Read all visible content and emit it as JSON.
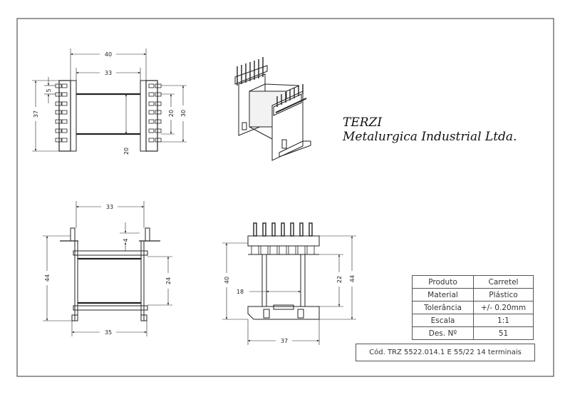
{
  "company": {
    "name": "TERZI",
    "subtitle": "Metalurgica Industrial Ltda."
  },
  "title_block": {
    "rows": [
      {
        "label": "Produto",
        "value": "Carretel"
      },
      {
        "label": "Material",
        "value": "Plástico"
      },
      {
        "label": "Tolerância",
        "value": "+/- 0.20mm"
      },
      {
        "label": "Escala",
        "value": "1:1"
      },
      {
        "label": "Des. Nº",
        "value": "51"
      }
    ],
    "code": "Cód. TRZ 5522.014.1 E 55/22 14 terminais"
  },
  "dimensions": {
    "top_overall_width": "40",
    "top_inner_width": "33",
    "top_pin_pitch": "5",
    "top_height": "37",
    "top_window": "20",
    "top_right_span": "30",
    "top_right_inner": "20",
    "front_top_width": "33",
    "front_flange": "4",
    "front_height": "44",
    "front_window": "24",
    "front_bottom_width": "35",
    "side_height": "40",
    "side_core": "18",
    "side_window": "22",
    "side_overall": "44",
    "side_width": "37"
  }
}
